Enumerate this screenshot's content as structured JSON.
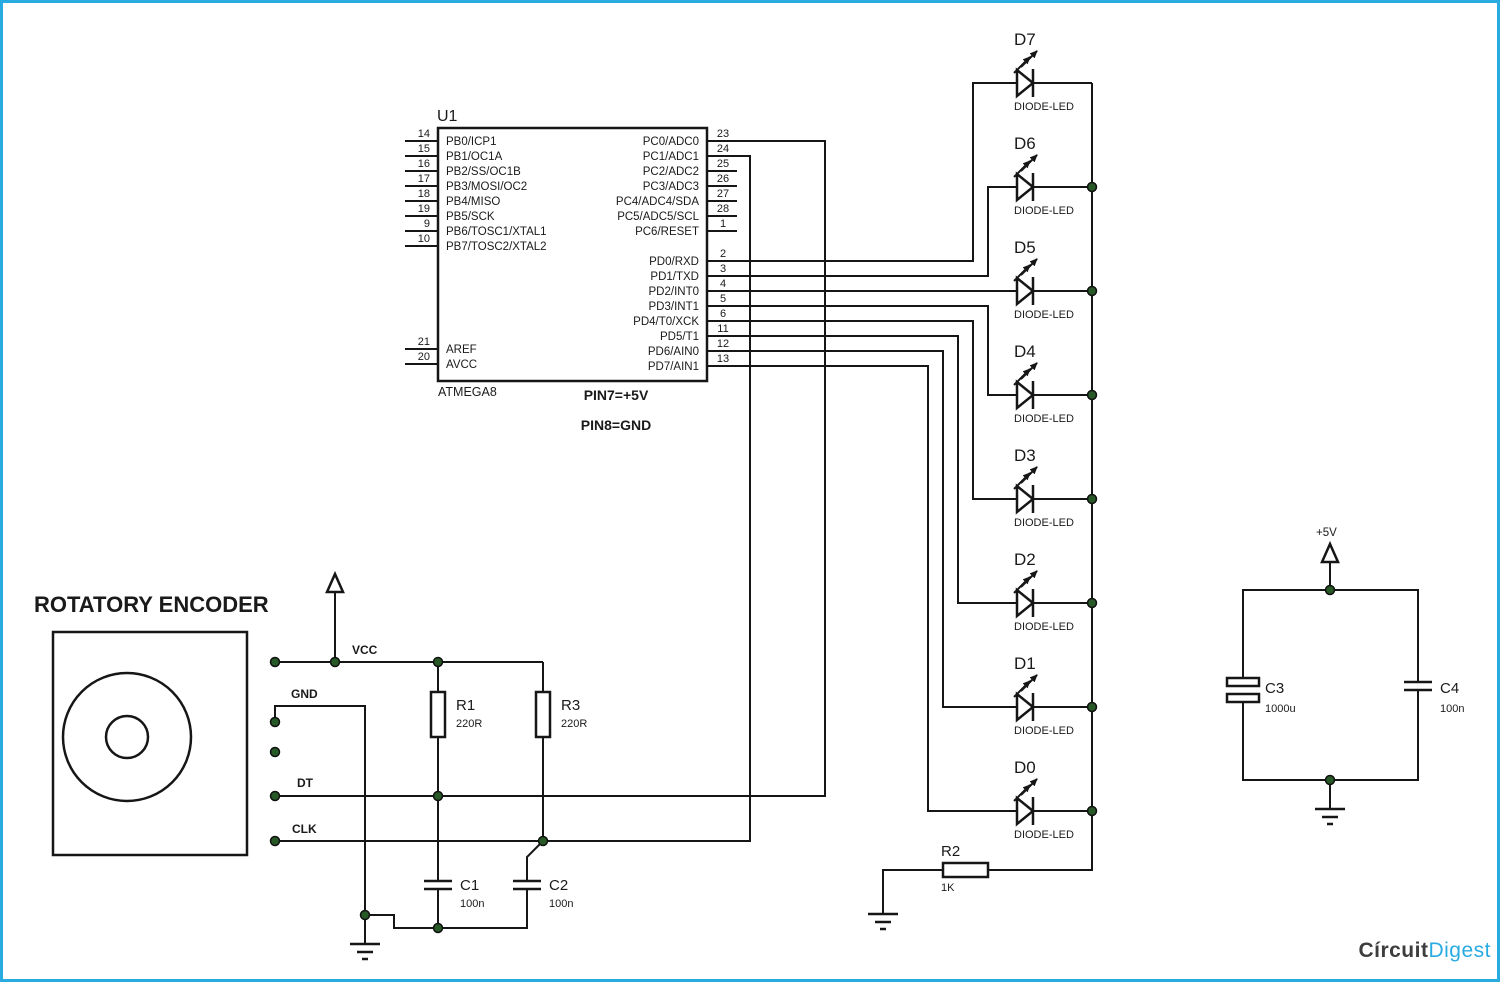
{
  "colors": {
    "border": "#29ABE2",
    "wire": "#161616",
    "junction_dot": "#265926",
    "logo_dark": "#3D3D3D",
    "logo_blue": "#29ABE2"
  },
  "chip": {
    "ref": "U1",
    "part": "ATMEGA8",
    "note_pin7": "PIN7=+5V",
    "note_pin8": "PIN8=GND",
    "port_b_pins": [
      {
        "num": "14",
        "label": "PB0/ICP1"
      },
      {
        "num": "15",
        "label": "PB1/OC1A"
      },
      {
        "num": "16",
        "label": "PB2/SS/OC1B"
      },
      {
        "num": "17",
        "label": "PB3/MOSI/OC2"
      },
      {
        "num": "18",
        "label": "PB4/MISO"
      },
      {
        "num": "19",
        "label": "PB5/SCK"
      },
      {
        "num": "9",
        "label": "PB6/TOSC1/XTAL1"
      },
      {
        "num": "10",
        "label": "PB7/TOSC2/XTAL2"
      }
    ],
    "misc_pins": [
      {
        "num": "21",
        "label": "AREF"
      },
      {
        "num": "20",
        "label": "AVCC"
      }
    ],
    "port_c_pins": [
      {
        "num": "23",
        "label": "PC0/ADC0"
      },
      {
        "num": "24",
        "label": "PC1/ADC1"
      },
      {
        "num": "25",
        "label": "PC2/ADC2"
      },
      {
        "num": "26",
        "label": "PC3/ADC3"
      },
      {
        "num": "27",
        "label": "PC4/ADC4/SDA"
      },
      {
        "num": "28",
        "label": "PC5/ADC5/SCL"
      },
      {
        "num": "1",
        "label": "PC6/RESET"
      }
    ],
    "port_d_pins": [
      {
        "num": "2",
        "label": "PD0/RXD"
      },
      {
        "num": "3",
        "label": "PD1/TXD"
      },
      {
        "num": "4",
        "label": "PD2/INT0"
      },
      {
        "num": "5",
        "label": "PD3/INT1"
      },
      {
        "num": "6",
        "label": "PD4/T0/XCK"
      },
      {
        "num": "11",
        "label": "PD5/T1"
      },
      {
        "num": "12",
        "label": "PD6/AIN0"
      },
      {
        "num": "13",
        "label": "PD7/AIN1"
      }
    ]
  },
  "leds": [
    {
      "ref": "D7",
      "type": "DIODE-LED"
    },
    {
      "ref": "D6",
      "type": "DIODE-LED"
    },
    {
      "ref": "D5",
      "type": "DIODE-LED"
    },
    {
      "ref": "D4",
      "type": "DIODE-LED"
    },
    {
      "ref": "D3",
      "type": "DIODE-LED"
    },
    {
      "ref": "D2",
      "type": "DIODE-LED"
    },
    {
      "ref": "D1",
      "type": "DIODE-LED"
    },
    {
      "ref": "D0",
      "type": "DIODE-LED"
    }
  ],
  "encoder": {
    "title": "ROTATORY ENCODER",
    "pin_vcc": "VCC",
    "pin_gnd": "GND",
    "pin_dt": "DT",
    "pin_clk": "CLK"
  },
  "resistors": [
    {
      "ref": "R1",
      "value": "220R"
    },
    {
      "ref": "R3",
      "value": "220R"
    },
    {
      "ref": "R2",
      "value": "1K"
    }
  ],
  "capacitors": [
    {
      "ref": "C1",
      "value": "100n"
    },
    {
      "ref": "C2",
      "value": "100n"
    },
    {
      "ref": "C3",
      "value": "1000u"
    },
    {
      "ref": "C4",
      "value": "100n"
    }
  ],
  "power": {
    "label": "+5V"
  },
  "logo": {
    "part1": "Círcuit",
    "part2": "Digest"
  }
}
